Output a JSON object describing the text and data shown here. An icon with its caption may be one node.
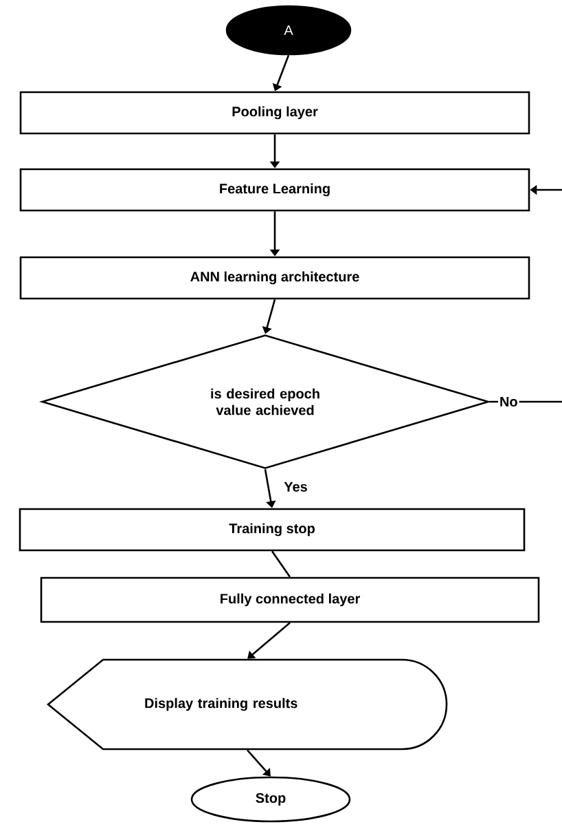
{
  "diagram": {
    "nodes": [
      {
        "text": [
          "A"
        ]
      },
      {
        "text": [
          "Pooling layer"
        ]
      },
      {
        "text": [
          "Feature Learning"
        ]
      },
      {
        "text": [
          "ANN learning architecture"
        ]
      },
      {
        "text": [
          "is desired epoch value achieved"
        ]
      },
      {
        "text": [
          "Training stop"
        ]
      },
      {
        "text": [
          "Fully connected layer"
        ]
      },
      {
        "text": [
          "Display training results"
        ]
      },
      {
        "text": [
          "Stop"
        ]
      }
    ],
    "edges": [
      {
        "from": 0,
        "to": 1,
        "arrow": "to"
      },
      {
        "from": 1,
        "to": 2,
        "arrow": "to"
      },
      {
        "from": 2,
        "to": 3,
        "arrow": "to"
      },
      {
        "from": 3,
        "to": 4,
        "arrow": "to"
      },
      {
        "from": 4,
        "to": 5,
        "arrow": "to",
        "label": "Yes"
      },
      {
        "from": 5,
        "to": 6,
        "arrow": "none"
      },
      {
        "from": 6,
        "to": 7,
        "arrow": "to"
      },
      {
        "from": 7,
        "to": 8,
        "arrow": "to"
      },
      {
        "from": 4,
        "to": 2,
        "arrow": "to",
        "label": "No"
      }
    ]
  }
}
